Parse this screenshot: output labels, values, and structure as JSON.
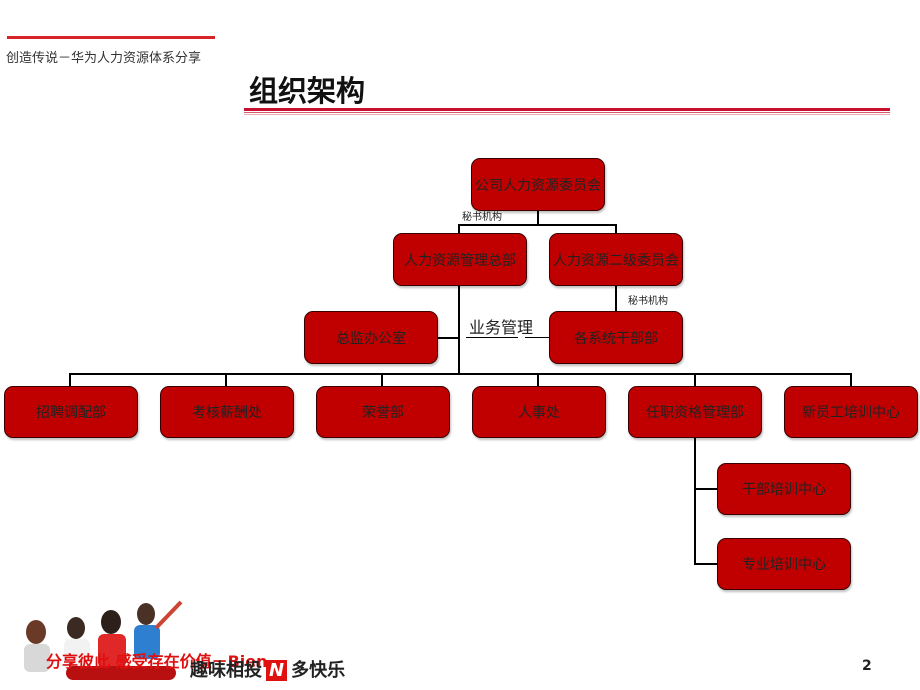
{
  "header": {
    "subtitle": "创造传说－华为人力资源体系分享"
  },
  "title": "组织架构",
  "org": {
    "top": "公司人力资源委员会",
    "secretariat_label_1": "秘书机构",
    "hq": "人力资源管理总部",
    "sub_committee": "人力资源二级委员会",
    "secretariat_label_2": "秘书机构",
    "supervision": "总监办公室",
    "business_label": "业务管理",
    "cadre_dept": "各系统干部部",
    "departments": [
      "招聘调配部",
      "考核薪酬处",
      "荣誉部",
      "人事处",
      "任职资格管理部",
      "新员工培训中心"
    ],
    "sub_units": [
      "干部培训中心",
      "专业培训中心"
    ]
  },
  "footer": {
    "slogan_left": "分享彼此 感受存在价值－Bien",
    "slogan_right_pre": "趣味相投",
    "slogan_right_mark": "N",
    "slogan_right_post": "多快乐",
    "page_number": "2"
  },
  "colors": {
    "box": "#c00000",
    "accent": "#d9232a"
  }
}
